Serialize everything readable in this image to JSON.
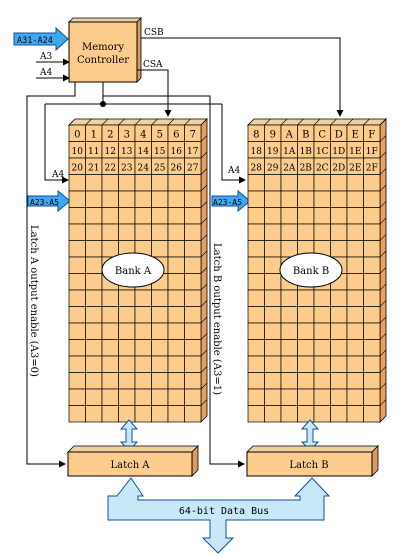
{
  "memory_controller": {
    "line1": "Memory",
    "line2": "Controller"
  },
  "inputs": {
    "a31_a24": "A31-A24",
    "a3": "A3",
    "a4": "A4"
  },
  "signals": {
    "csb": "CSB",
    "csa": "CSA",
    "a4_left": "A4",
    "a4_right": "A4",
    "a23_a5_left": "A23-A5",
    "a23_a5_right": "A23-A5"
  },
  "bank_a": {
    "label": "Bank A",
    "rows": [
      [
        "0",
        "1",
        "2",
        "3",
        "4",
        "5",
        "6",
        "7"
      ],
      [
        "10",
        "11",
        "12",
        "13",
        "14",
        "15",
        "16",
        "17"
      ],
      [
        "20",
        "21",
        "22",
        "23",
        "24",
        "25",
        "26",
        "27"
      ]
    ]
  },
  "bank_b": {
    "label": "Bank B",
    "rows": [
      [
        "8",
        "9",
        "A",
        "B",
        "C",
        "D",
        "E",
        "F"
      ],
      [
        "18",
        "19",
        "1A",
        "1B",
        "1C",
        "1D",
        "1E",
        "1F"
      ],
      [
        "28",
        "29",
        "2A",
        "2B",
        "2C",
        "2D",
        "2E",
        "2F"
      ]
    ]
  },
  "latch_a": {
    "label": "Latch A"
  },
  "latch_b": {
    "label": "Latch B"
  },
  "latch_a_enable": "Latch A output enable (A3=0)",
  "latch_b_enable": "Latch B output enable (A3=1)",
  "data_bus": "64-bit Data Bus",
  "colors": {
    "cell": "#fccc8c",
    "cell_side": "#e8a060",
    "latch": "#fccc8c",
    "bus": "#c8e8f8",
    "arrow": "#40a8f0",
    "arrow_dark": "#1050a0"
  }
}
